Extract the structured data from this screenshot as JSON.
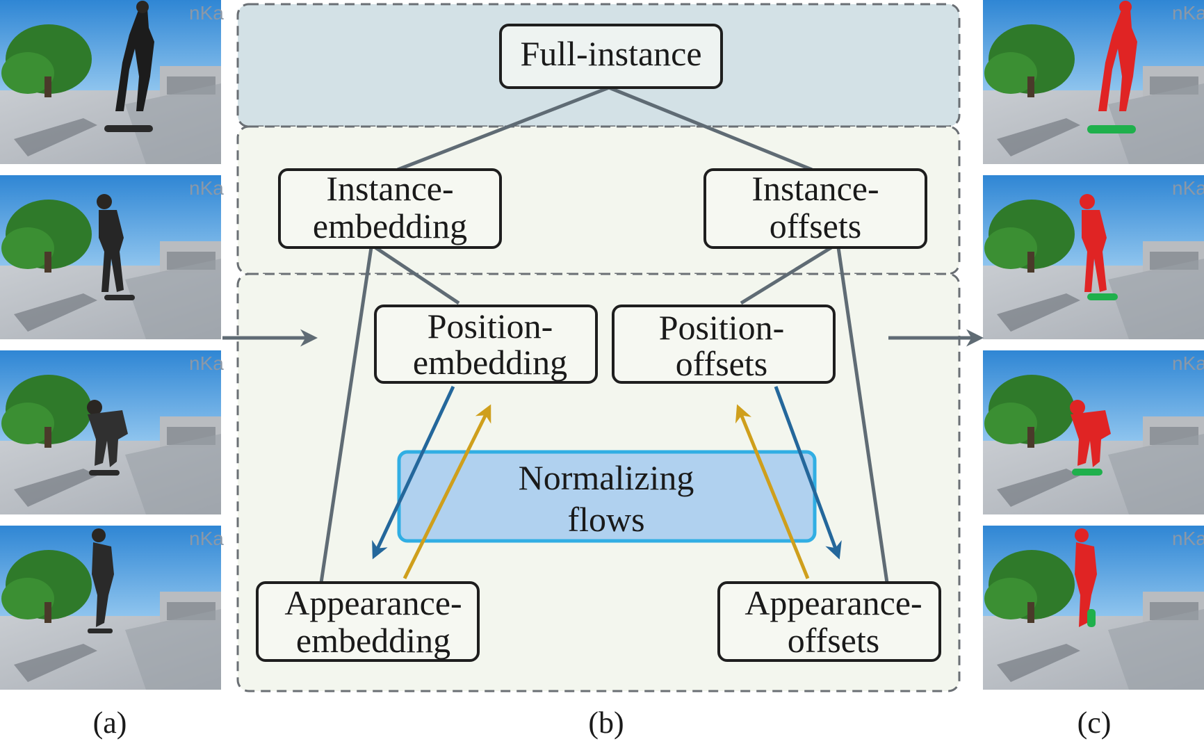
{
  "nodes": {
    "full_instance": [
      "Full-instance"
    ],
    "instance_embedding": [
      "Instance-",
      "embedding"
    ],
    "instance_offsets": [
      "Instance-",
      "offsets"
    ],
    "position_embedding": [
      "Position-",
      "embedding"
    ],
    "position_offsets": [
      "Position-",
      "offsets"
    ],
    "normalizing_flows": [
      "Normalizing",
      "flows"
    ],
    "appearance_embedding": [
      "Appearance-",
      "embedding"
    ],
    "appearance_offsets": [
      "Appearance-",
      "offsets"
    ]
  },
  "watermark": "nKa",
  "captions": {
    "a": "(a)",
    "b": "(b)",
    "c": "(c)"
  },
  "colors": {
    "top_panel": "#d3e1e6",
    "lower_panel": "#f3f6ee",
    "gray_line": "#5f6b74",
    "blue_arrow": "#24679b",
    "gold_arrow": "#cf9f1c",
    "flow_box_fill": "#a9cdee",
    "flow_box_stroke": "#31aee3",
    "mask_person": "#e02424",
    "mask_board": "#1fb04c"
  }
}
